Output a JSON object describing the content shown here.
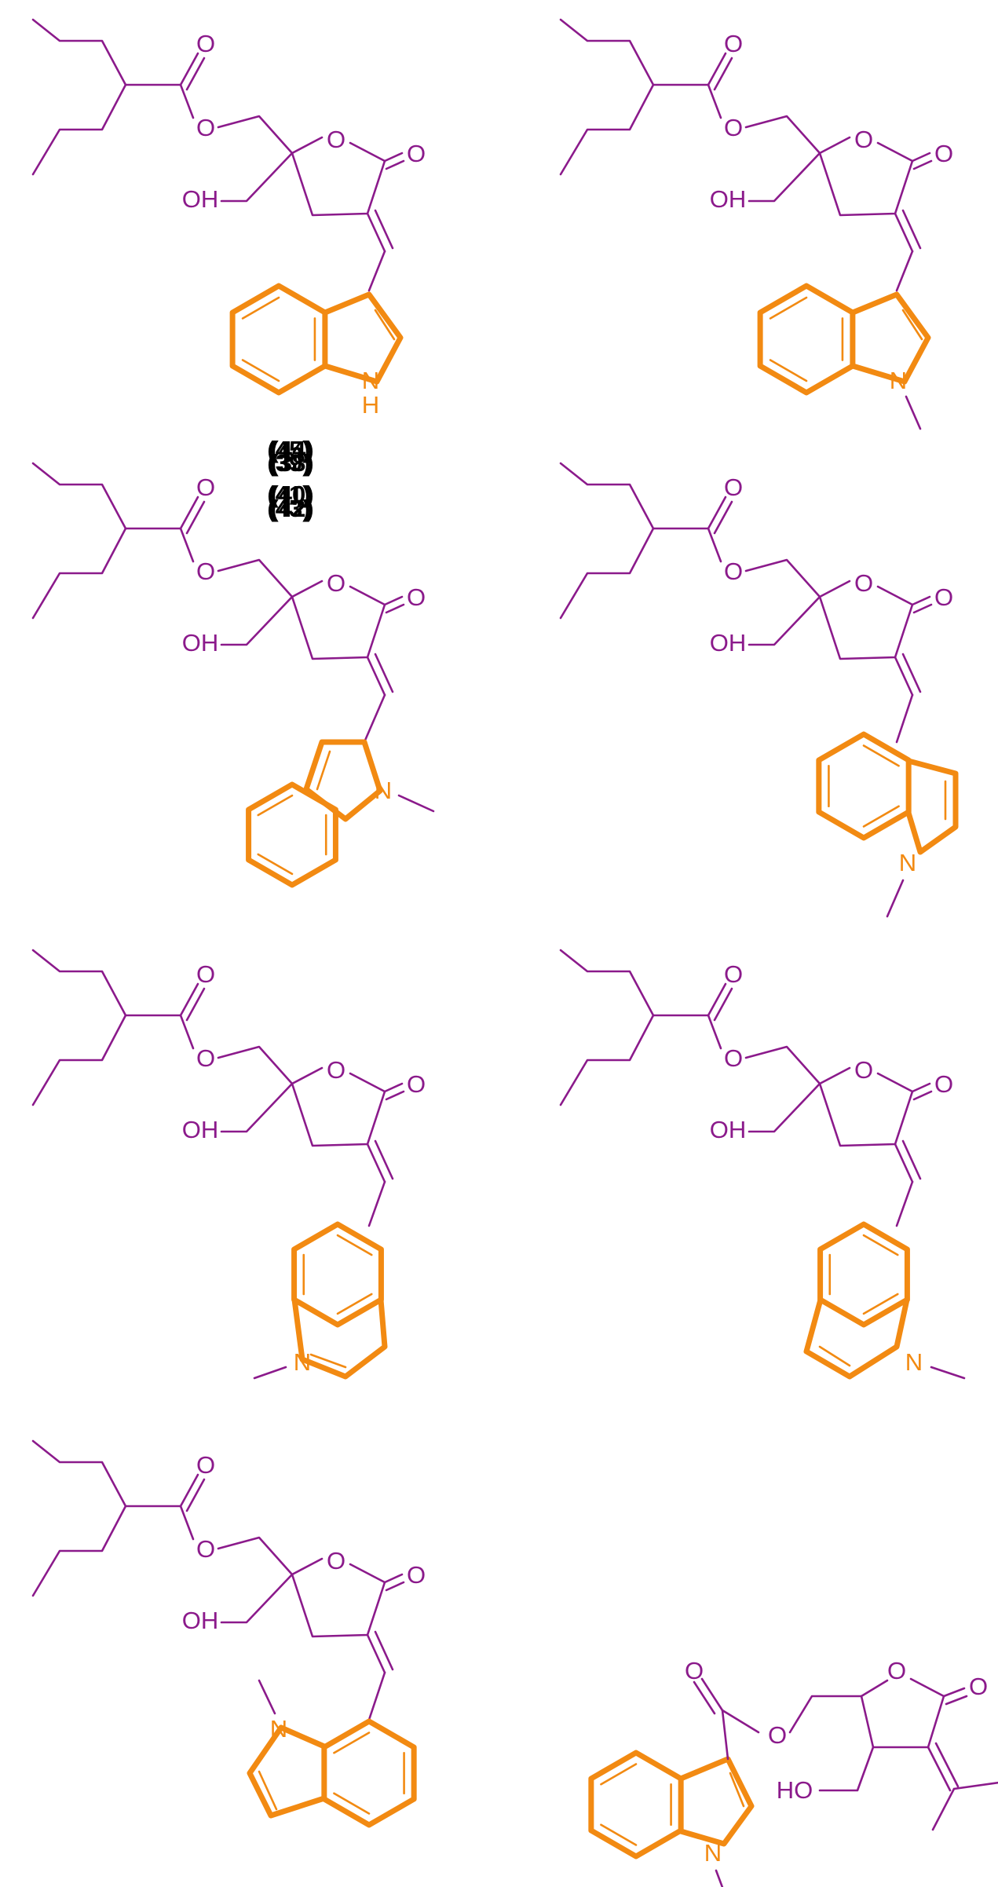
{
  "compounds": [
    {
      "id": "38",
      "label": "(38)"
    },
    {
      "id": "39",
      "label": "(39)"
    },
    {
      "id": "40",
      "label": "(40)"
    },
    {
      "id": "41",
      "label": "(41)"
    },
    {
      "id": "42",
      "label": "(42)"
    },
    {
      "id": "43",
      "label": "(43)"
    },
    {
      "id": "44",
      "label": "(44)"
    },
    {
      "id": "45",
      "label": "(45)"
    }
  ],
  "atoms": {
    "carbonyl_o": "O",
    "ring_o": "O",
    "ester_o": "O",
    "hydroxyl": "OH",
    "hydroxyl_rev": "HO",
    "nitrogen": "N",
    "nh_h": "H"
  },
  "colors": {
    "scaffold": "#8b1a8b",
    "indole": "#f28a12",
    "caption": "#000000"
  }
}
